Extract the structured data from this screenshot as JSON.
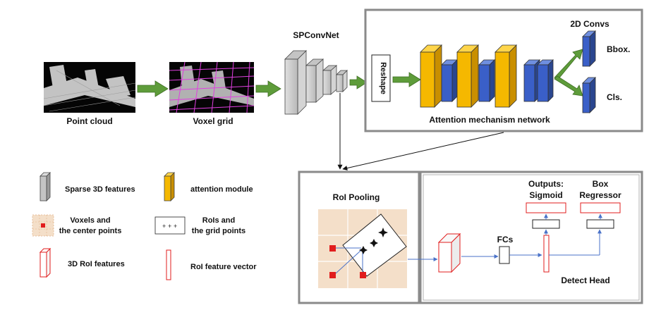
{
  "inputs": {
    "point_cloud_label": "Point cloud",
    "voxel_grid_label": "Voxel grid"
  },
  "backbone": {
    "label": "SPConvNet"
  },
  "attention_panel": {
    "reshape_label": "Reshape",
    "title": "Attention mechanism network",
    "convs_label": "2D Convs",
    "bbox_label": "Bbox.",
    "cls_label": "Cls."
  },
  "legend": {
    "sparse_3d": "Sparse 3D features",
    "attention_module": "attention module",
    "voxels_line1": "Voxels and",
    "voxels_line2": "the center points",
    "rois_line1": "RoIs and",
    "rois_line2": "the grid points",
    "roi_features": "3D RoI features",
    "roi_vector": "RoI feature vector"
  },
  "detect_panel": {
    "roi_pooling_label": "RoI Pooling",
    "fcs_label": "FCs",
    "outputs_line1": "Outputs:",
    "outputs_line2": "Sigmoid",
    "box_line1": "Box",
    "box_line2": "Regressor",
    "detect_head_label": "Detect Head"
  },
  "colors": {
    "attention_yellow": "#f5b800",
    "conv_blue": "#3a5fc8",
    "arrow_green": "#5e9c3a",
    "roi_red": "#e11d1d",
    "grid_bg": "#f4dfc9",
    "magenta_grid": "#e040e0"
  }
}
